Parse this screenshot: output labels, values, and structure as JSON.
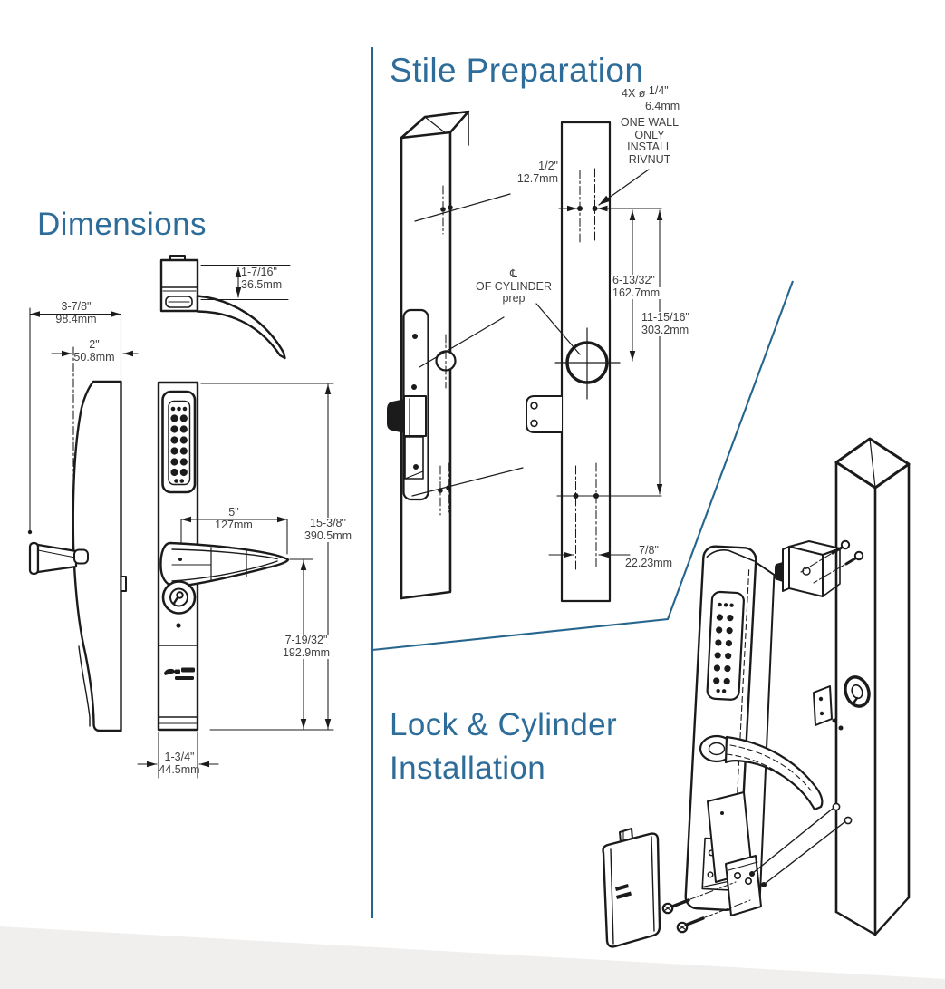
{
  "colors": {
    "accent_title": "#2e6d9a",
    "divider_blue": "#26658d",
    "line_black": "#1b1b1b",
    "dim_text": "#3f3f3f",
    "page_edge_band": "#f0efed"
  },
  "sections": {
    "dimensions": {
      "title": "Dimensions",
      "dims": {
        "handle_height": {
          "in": "1-7/16\"",
          "mm": "36.5mm"
        },
        "overall_depth": {
          "in": "3-7/8\"",
          "mm": "98.4mm"
        },
        "body_depth": {
          "in": "2\"",
          "mm": "50.8mm"
        },
        "handle_length": {
          "in": "5\"",
          "mm": "127mm"
        },
        "body_height": {
          "in": "15-3/8\"",
          "mm": "390.5mm"
        },
        "handle_to_bottom": {
          "in": "7-19/32\"",
          "mm": "192.9mm"
        },
        "body_width": {
          "in": "1-3/4\"",
          "mm": "44.5mm"
        }
      }
    },
    "stile_preparation": {
      "title": "Stile Preparation",
      "labels": {
        "hole_callout": {
          "prefix": "4X ø",
          "in": "1/4\"",
          "mm": "6.4mm"
        },
        "rivnut_note": "ONE WALL\nONLY\nINSTALL\nRIVNUT",
        "hole_offset": {
          "in": "1/2\"",
          "mm": "12.7mm"
        },
        "cylinder_centerline": "℄\nOF CYLINDER\nprep",
        "top_to_cylinder": {
          "in": "6-13/32\"",
          "mm": "162.7mm"
        },
        "hole_span": {
          "in": "11-15/16\"",
          "mm": "303.2mm"
        },
        "bottom_hole_spacing": {
          "in": "7/8\"",
          "mm": "22.23mm"
        }
      }
    },
    "lock_cylinder_installation": {
      "title": "Lock & Cylinder\nInstallation"
    }
  }
}
